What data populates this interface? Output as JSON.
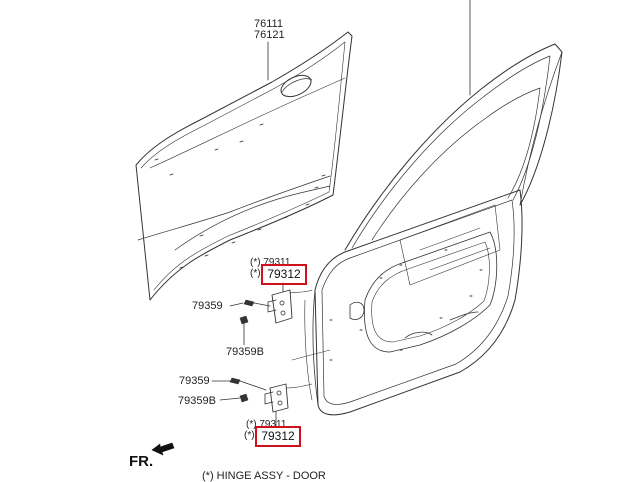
{
  "labels": {
    "door_panel_part_1": "76111",
    "door_panel_part_2": "76121",
    "upper_hinge_code_a": "79311",
    "upper_hinge_code_b": "79312",
    "upper_bolt": "79359",
    "upper_bolt_b": "79359B",
    "lower_bolt": "79359",
    "lower_bolt_b": "79359B",
    "lower_hinge_code_a": "79311",
    "lower_hinge_code_b": "79312",
    "front_indicator": "FR.",
    "legend_hinge": "(*) HINGE ASSY - DOOR"
  },
  "highlight_color": "#d0111b"
}
